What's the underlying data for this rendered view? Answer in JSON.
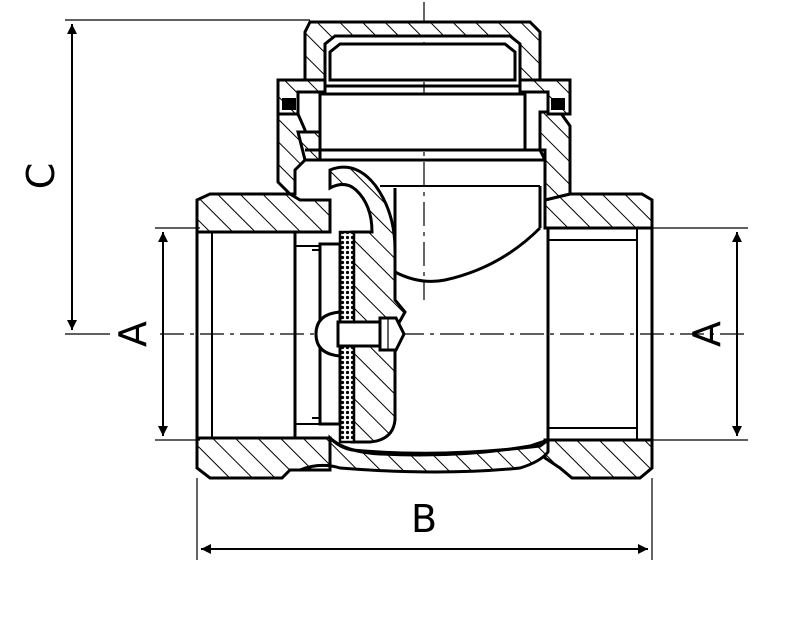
{
  "dimensions": {
    "A_left": "A",
    "A_right": "A",
    "B": "B",
    "C": "C"
  },
  "colors": {
    "line": "#000000",
    "background": "#ffffff"
  }
}
